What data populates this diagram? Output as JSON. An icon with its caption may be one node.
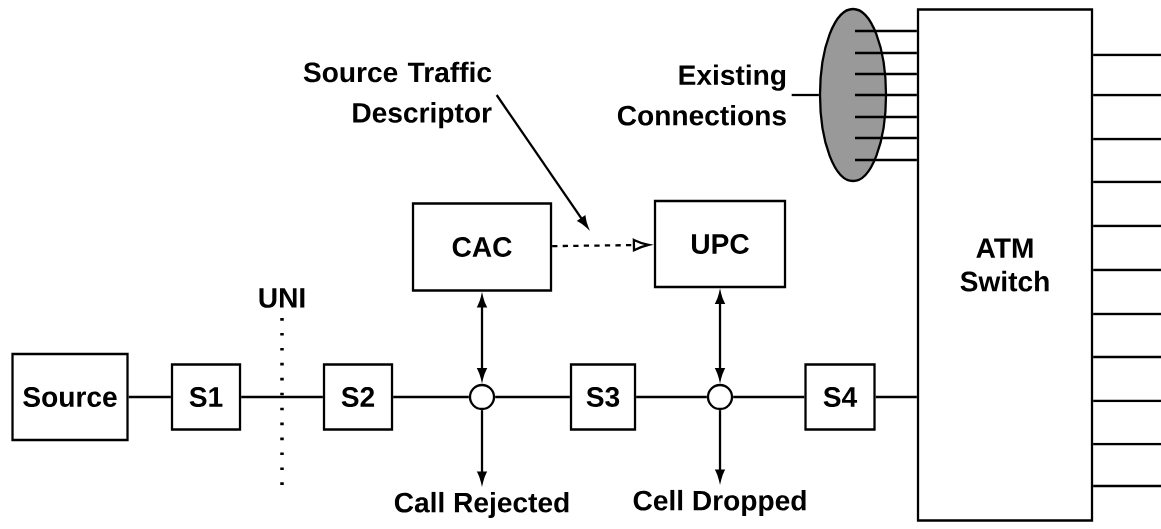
{
  "diagram": {
    "nodes": [
      {
        "text": [
          "Source"
        ]
      },
      {
        "text": [
          "S1"
        ]
      },
      {
        "text": [
          "S2"
        ]
      },
      {
        "text": [
          "CAC"
        ]
      },
      {
        "text": [],
        "shape": "circle"
      },
      {
        "text": [
          "S3"
        ]
      },
      {
        "text": [
          "UPC"
        ]
      },
      {
        "text": [],
        "shape": "circle"
      },
      {
        "text": [
          "S4"
        ]
      },
      {
        "text": [
          "ATM Switch"
        ]
      },
      {
        "text": [
          "Call Rejected"
        ]
      },
      {
        "text": [
          "Cell Dropped"
        ]
      },
      {
        "text": [
          "Source Traffic Descriptor"
        ]
      },
      {
        "text": [
          "Existing Connections"
        ]
      },
      {
        "text": [],
        "shape": "ellipse"
      }
    ],
    "edges": [
      {
        "from": 0,
        "to": 1,
        "arrow": "none"
      },
      {
        "from": 1,
        "to": 2,
        "arrow": "none"
      },
      {
        "from": 2,
        "to": 4,
        "arrow": "none"
      },
      {
        "from": 4,
        "to": 5,
        "arrow": "none"
      },
      {
        "from": 5,
        "to": 7,
        "arrow": "none"
      },
      {
        "from": 7,
        "to": 8,
        "arrow": "none"
      },
      {
        "from": 8,
        "to": 9,
        "arrow": "none"
      },
      {
        "from": 3,
        "to": 4,
        "arrow": "both"
      },
      {
        "from": 6,
        "to": 7,
        "arrow": "both"
      },
      {
        "from": 4,
        "to": 10,
        "arrow": "to"
      },
      {
        "from": 7,
        "to": 11,
        "arrow": "to"
      },
      {
        "from": 3,
        "to": 6,
        "arrow": "to",
        "style": "dashed"
      },
      {
        "from": 12,
        "to": null,
        "arrow": "to"
      },
      {
        "from": 13,
        "to": 14,
        "arrow": "none"
      },
      {
        "from": 14,
        "to": 9,
        "arrow": "none"
      },
      {
        "from": 14,
        "to": 9,
        "arrow": "none"
      },
      {
        "from": 14,
        "to": 9,
        "arrow": "none"
      },
      {
        "from": 14,
        "to": 9,
        "arrow": "none"
      },
      {
        "from": 14,
        "to": 9,
        "arrow": "none"
      },
      {
        "from": 14,
        "to": 9,
        "arrow": "none"
      },
      {
        "from": 14,
        "to": 9,
        "arrow": "none"
      },
      {
        "from": 9,
        "to": null,
        "arrow": "none"
      },
      {
        "from": 9,
        "to": null,
        "arrow": "none"
      },
      {
        "from": 9,
        "to": null,
        "arrow": "none"
      },
      {
        "from": 9,
        "to": null,
        "arrow": "none"
      },
      {
        "from": 9,
        "to": null,
        "arrow": "none"
      },
      {
        "from": 9,
        "to": null,
        "arrow": "none"
      },
      {
        "from": 9,
        "to": null,
        "arrow": "none"
      },
      {
        "from": 9,
        "to": null,
        "arrow": "none"
      },
      {
        "from": 9,
        "to": null,
        "arrow": "none"
      },
      {
        "from": 9,
        "to": null,
        "arrow": "none"
      },
      {
        "from": 9,
        "to": null,
        "arrow": "none"
      }
    ],
    "labels": [
      "UNI"
    ]
  }
}
